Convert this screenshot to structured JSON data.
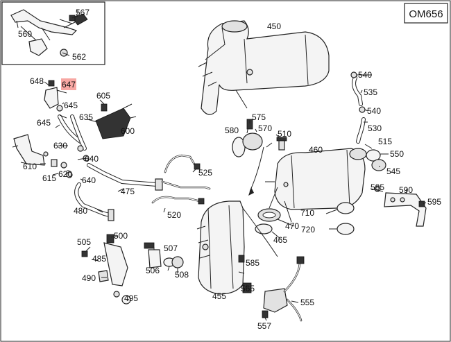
{
  "diagram": {
    "engine_code": "OM656",
    "part_numbers": [
      "567",
      "560",
      "562",
      "450",
      "648",
      "647",
      "605",
      "645",
      "635",
      "600",
      "645",
      "575",
      "540",
      "535",
      "540",
      "530",
      "580",
      "570",
      "510",
      "515",
      "550",
      "545",
      "630",
      "640",
      "610",
      "620",
      "615",
      "640",
      "525",
      "475",
      "460",
      "585",
      "590",
      "595",
      "480",
      "520",
      "710",
      "470",
      "720",
      "465",
      "500",
      "505",
      "485",
      "507",
      "506",
      "508",
      "490",
      "495",
      "585",
      "455",
      "565",
      "555",
      "557"
    ],
    "highlighted_part": "647"
  }
}
